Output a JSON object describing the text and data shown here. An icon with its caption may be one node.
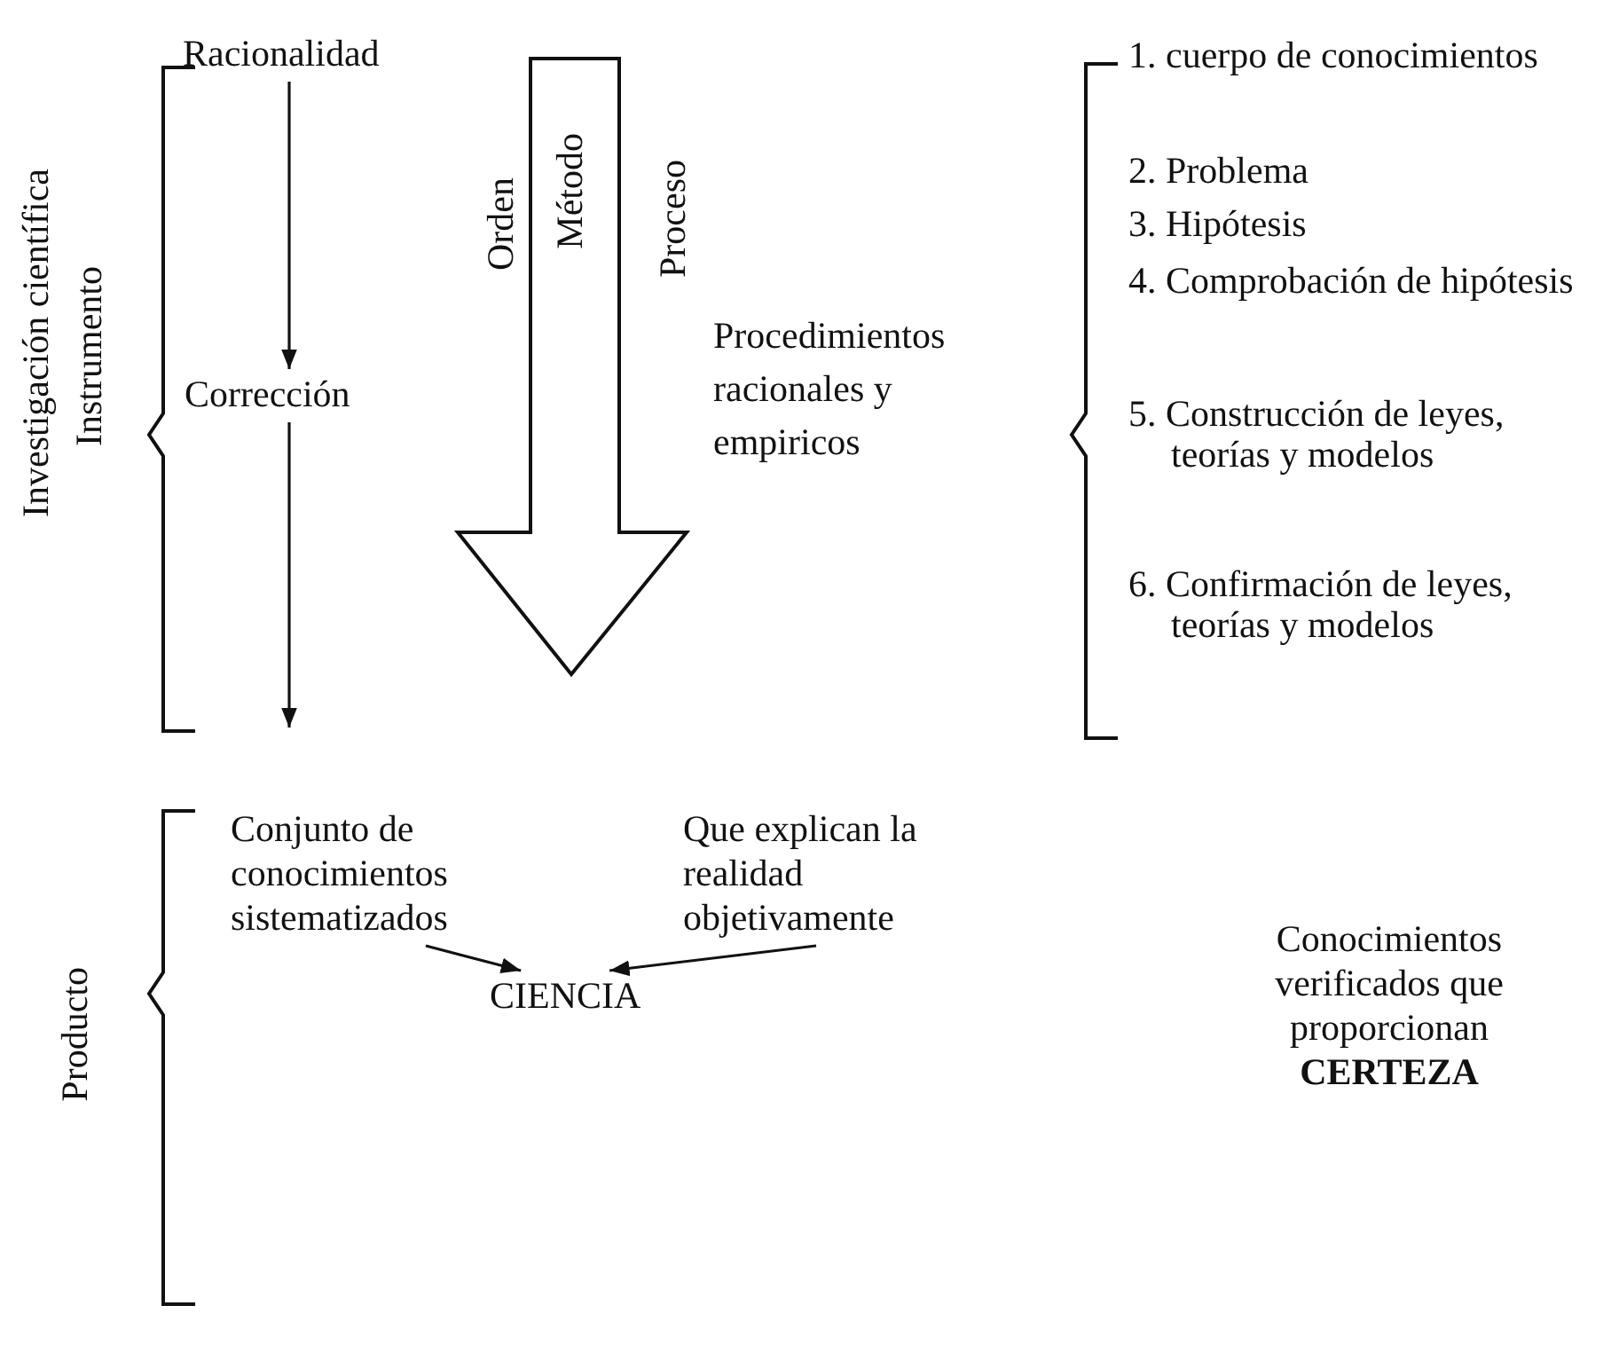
{
  "diagram": {
    "nodes": [
      {
        "text": [
          "Racionalidad"
        ]
      },
      {
        "text": [
          "Orden",
          "Método",
          "Proceso"
        ]
      },
      {
        "text": [
          "Corrección"
        ]
      },
      {
        "text": [
          "Procedimientos racionales y empiricos"
        ]
      },
      {
        "text": [
          "Conjunto de conocimientos sistematizados"
        ]
      },
      {
        "text": [
          "Que explican la realidad objetivamente"
        ]
      },
      {
        "text": [
          "CIENCIA"
        ]
      }
    ],
    "edges": [
      {
        "from": 0,
        "to": 2,
        "arrow": "to"
      },
      {
        "from": 2,
        "to": null,
        "arrow": "to"
      },
      {
        "from": 4,
        "to": 6,
        "arrow": "to"
      },
      {
        "from": 5,
        "to": 6,
        "arrow": "to"
      }
    ],
    "labels": [
      "Investigación científica",
      "Instrumento",
      "1. cuerpo de conocimientos",
      "2. Problema",
      "3. Hipótesis",
      "4. Comprobación de hipótesis",
      "5. Construcción de leyes, teorías y modelos",
      "6. Confirmación de leyes, teorías y modelos",
      "Producto",
      "Conocimientos verificados que proporcionan **CERTEZA**"
    ]
  }
}
